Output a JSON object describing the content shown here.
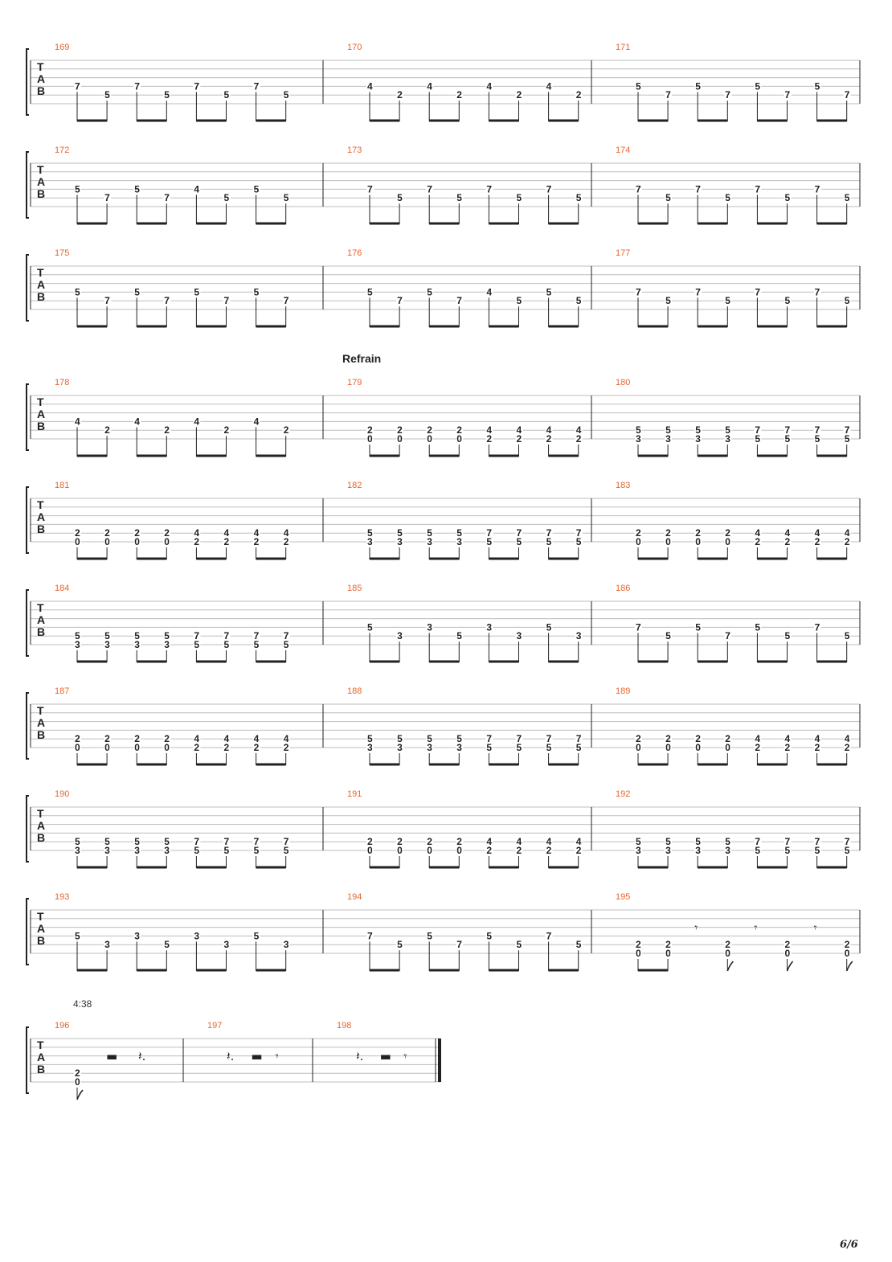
{
  "page_number": "6/6",
  "section_label": "Refrain",
  "time_label": "4:38",
  "tab_label": [
    "T",
    "A",
    "B"
  ],
  "colors": {
    "measure_number": "#e8652e",
    "ink": "#222222",
    "staff_line": "#bdbdbd"
  },
  "rest_glyphs": {
    "eighth": "𝄾",
    "quarter": "𝄽",
    "half_bar": "▬"
  },
  "systems": [
    {
      "measures": [
        {
          "number": "169",
          "slots": [
            [
              "7"
            ],
            [
              "5"
            ],
            [
              "7"
            ],
            [
              "5"
            ],
            [
              "7"
            ],
            [
              "5"
            ],
            [
              "7"
            ],
            [
              "5"
            ]
          ]
        },
        {
          "number": "170",
          "slots": [
            [
              "4"
            ],
            [
              "2"
            ],
            [
              "4"
            ],
            [
              "2"
            ],
            [
              "4"
            ],
            [
              "2"
            ],
            [
              "4"
            ],
            [
              "2"
            ]
          ]
        },
        {
          "number": "171",
          "slots": [
            [
              "5"
            ],
            [
              "7"
            ],
            [
              "5"
            ],
            [
              "7"
            ],
            [
              "5"
            ],
            [
              "7"
            ],
            [
              "5"
            ],
            [
              "7"
            ]
          ]
        }
      ]
    },
    {
      "measures": [
        {
          "number": "172",
          "slots": [
            [
              "5"
            ],
            [
              "7"
            ],
            [
              "5"
            ],
            [
              "7"
            ],
            [
              "4"
            ],
            [
              "5"
            ],
            [
              "5"
            ],
            [
              "5"
            ]
          ]
        },
        {
          "number": "173",
          "slots": [
            [
              "7"
            ],
            [
              "5"
            ],
            [
              "7"
            ],
            [
              "5"
            ],
            [
              "7"
            ],
            [
              "5"
            ],
            [
              "7"
            ],
            [
              "5"
            ]
          ]
        },
        {
          "number": "174",
          "slots": [
            [
              "7"
            ],
            [
              "5"
            ],
            [
              "7"
            ],
            [
              "5"
            ],
            [
              "7"
            ],
            [
              "5"
            ],
            [
              "7"
            ],
            [
              "5"
            ]
          ]
        }
      ]
    },
    {
      "measures": [
        {
          "number": "175",
          "slots": [
            [
              "5"
            ],
            [
              "7"
            ],
            [
              "5"
            ],
            [
              "7"
            ],
            [
              "5"
            ],
            [
              "7"
            ],
            [
              "5"
            ],
            [
              "7"
            ]
          ]
        },
        {
          "number": "176",
          "slots": [
            [
              "5"
            ],
            [
              "7"
            ],
            [
              "5"
            ],
            [
              "7"
            ],
            [
              "4"
            ],
            [
              "5"
            ],
            [
              "5"
            ],
            [
              "5"
            ]
          ]
        },
        {
          "number": "177",
          "slots": [
            [
              "7"
            ],
            [
              "5"
            ],
            [
              "7"
            ],
            [
              "5"
            ],
            [
              "7"
            ],
            [
              "5"
            ],
            [
              "7"
            ],
            [
              "5"
            ]
          ]
        }
      ]
    },
    {
      "measures": [
        {
          "number": "178",
          "slots": [
            [
              "4"
            ],
            [
              "2"
            ],
            [
              "4"
            ],
            [
              "2"
            ],
            [
              "4"
            ],
            [
              "2"
            ],
            [
              "4"
            ],
            [
              "2"
            ]
          ]
        },
        {
          "number": "179",
          "slots": [
            [
              "2",
              "0"
            ],
            [
              "2",
              "0"
            ],
            [
              "2",
              "0"
            ],
            [
              "2",
              "0"
            ],
            [
              "4",
              "2"
            ],
            [
              "4",
              "2"
            ],
            [
              "4",
              "2"
            ],
            [
              "4",
              "2"
            ]
          ]
        },
        {
          "number": "180",
          "slots": [
            [
              "5",
              "3"
            ],
            [
              "5",
              "3"
            ],
            [
              "5",
              "3"
            ],
            [
              "5",
              "3"
            ],
            [
              "7",
              "5"
            ],
            [
              "7",
              "5"
            ],
            [
              "7",
              "5"
            ],
            [
              "7",
              "5"
            ]
          ]
        }
      ]
    },
    {
      "measures": [
        {
          "number": "181",
          "slots": [
            [
              "2",
              "0"
            ],
            [
              "2",
              "0"
            ],
            [
              "2",
              "0"
            ],
            [
              "2",
              "0"
            ],
            [
              "4",
              "2"
            ],
            [
              "4",
              "2"
            ],
            [
              "4",
              "2"
            ],
            [
              "4",
              "2"
            ]
          ]
        },
        {
          "number": "182",
          "slots": [
            [
              "5",
              "3"
            ],
            [
              "5",
              "3"
            ],
            [
              "5",
              "3"
            ],
            [
              "5",
              "3"
            ],
            [
              "7",
              "5"
            ],
            [
              "7",
              "5"
            ],
            [
              "7",
              "5"
            ],
            [
              "7",
              "5"
            ]
          ]
        },
        {
          "number": "183",
          "slots": [
            [
              "2",
              "0"
            ],
            [
              "2",
              "0"
            ],
            [
              "2",
              "0"
            ],
            [
              "2",
              "0"
            ],
            [
              "4",
              "2"
            ],
            [
              "4",
              "2"
            ],
            [
              "4",
              "2"
            ],
            [
              "4",
              "2"
            ]
          ]
        }
      ]
    },
    {
      "measures": [
        {
          "number": "184",
          "slots": [
            [
              "5",
              "3"
            ],
            [
              "5",
              "3"
            ],
            [
              "5",
              "3"
            ],
            [
              "5",
              "3"
            ],
            [
              "7",
              "5"
            ],
            [
              "7",
              "5"
            ],
            [
              "7",
              "5"
            ],
            [
              "7",
              "5"
            ]
          ]
        },
        {
          "number": "185",
          "slots": [
            [
              "5"
            ],
            [
              "3"
            ],
            [
              "3"
            ],
            [
              "5"
            ],
            [
              "3"
            ],
            [
              "3"
            ],
            [
              "5"
            ],
            [
              "3"
            ]
          ]
        },
        {
          "number": "186",
          "slots": [
            [
              "7"
            ],
            [
              "5"
            ],
            [
              "5"
            ],
            [
              "7"
            ],
            [
              "5"
            ],
            [
              "5"
            ],
            [
              "7"
            ],
            [
              "5"
            ]
          ]
        }
      ]
    },
    {
      "measures": [
        {
          "number": "187",
          "slots": [
            [
              "2",
              "0"
            ],
            [
              "2",
              "0"
            ],
            [
              "2",
              "0"
            ],
            [
              "2",
              "0"
            ],
            [
              "4",
              "2"
            ],
            [
              "4",
              "2"
            ],
            [
              "4",
              "2"
            ],
            [
              "4",
              "2"
            ]
          ]
        },
        {
          "number": "188",
          "slots": [
            [
              "5",
              "3"
            ],
            [
              "5",
              "3"
            ],
            [
              "5",
              "3"
            ],
            [
              "5",
              "3"
            ],
            [
              "7",
              "5"
            ],
            [
              "7",
              "5"
            ],
            [
              "7",
              "5"
            ],
            [
              "7",
              "5"
            ]
          ]
        },
        {
          "number": "189",
          "slots": [
            [
              "2",
              "0"
            ],
            [
              "2",
              "0"
            ],
            [
              "2",
              "0"
            ],
            [
              "2",
              "0"
            ],
            [
              "4",
              "2"
            ],
            [
              "4",
              "2"
            ],
            [
              "4",
              "2"
            ],
            [
              "4",
              "2"
            ]
          ]
        }
      ]
    },
    {
      "measures": [
        {
          "number": "190",
          "slots": [
            [
              "5",
              "3"
            ],
            [
              "5",
              "3"
            ],
            [
              "5",
              "3"
            ],
            [
              "5",
              "3"
            ],
            [
              "7",
              "5"
            ],
            [
              "7",
              "5"
            ],
            [
              "7",
              "5"
            ],
            [
              "7",
              "5"
            ]
          ]
        },
        {
          "number": "191",
          "slots": [
            [
              "2",
              "0"
            ],
            [
              "2",
              "0"
            ],
            [
              "2",
              "0"
            ],
            [
              "2",
              "0"
            ],
            [
              "4",
              "2"
            ],
            [
              "4",
              "2"
            ],
            [
              "4",
              "2"
            ],
            [
              "4",
              "2"
            ]
          ]
        },
        {
          "number": "192",
          "slots": [
            [
              "5",
              "3"
            ],
            [
              "5",
              "3"
            ],
            [
              "5",
              "3"
            ],
            [
              "5",
              "3"
            ],
            [
              "7",
              "5"
            ],
            [
              "7",
              "5"
            ],
            [
              "7",
              "5"
            ],
            [
              "7",
              "5"
            ]
          ]
        }
      ]
    },
    {
      "measures": [
        {
          "number": "193",
          "slots": [
            [
              "5"
            ],
            [
              "3"
            ],
            [
              "3"
            ],
            [
              "5"
            ],
            [
              "3"
            ],
            [
              "3"
            ],
            [
              "5"
            ],
            [
              "3"
            ]
          ]
        },
        {
          "number": "194",
          "slots": [
            [
              "7"
            ],
            [
              "5"
            ],
            [
              "5"
            ],
            [
              "7"
            ],
            [
              "5"
            ],
            [
              "5"
            ],
            [
              "7"
            ],
            [
              "5"
            ]
          ]
        },
        {
          "number": "195",
          "slots": [
            [
              "2",
              "0"
            ],
            [
              "2",
              "0"
            ],
            "r8",
            [
              "2",
              "0"
            ],
            "r8",
            [
              "2",
              "0"
            ],
            "r8",
            [
              "2",
              "0"
            ]
          ]
        }
      ]
    },
    {
      "measures": [
        {
          "number": "196",
          "slots": [
            [
              "2",
              "0"
            ],
            "r2",
            "r4."
          ]
        },
        {
          "number": "197",
          "slots": [
            "r4.",
            "r2",
            "r8"
          ]
        },
        {
          "number": "198",
          "slots": [
            "r4.",
            "r2",
            "r8"
          ]
        }
      ]
    }
  ]
}
